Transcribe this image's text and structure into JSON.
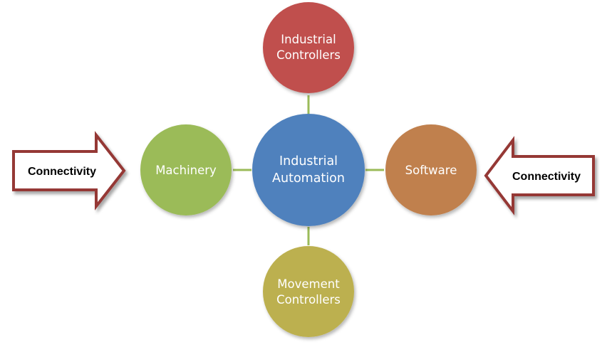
{
  "diagram": {
    "center": {
      "line1": "Industrial",
      "line2": "Automation",
      "color": "#4f81bd"
    },
    "top": {
      "line1": "Industrial",
      "line2": "Controllers",
      "color": "#c0504d"
    },
    "left": {
      "label": "Machinery",
      "color": "#9bbb59"
    },
    "right": {
      "label": "Software",
      "color": "#c0804d"
    },
    "bottom": {
      "line1": "Movement",
      "line2": "Controllers",
      "color": "#bcb04f"
    },
    "left_arrow": {
      "label": "Connectivity",
      "direction": "right"
    },
    "right_arrow": {
      "label": "Connectivity",
      "direction": "left"
    },
    "colors": {
      "connector": "#9bbb59",
      "arrow_outline": "#953735"
    }
  }
}
